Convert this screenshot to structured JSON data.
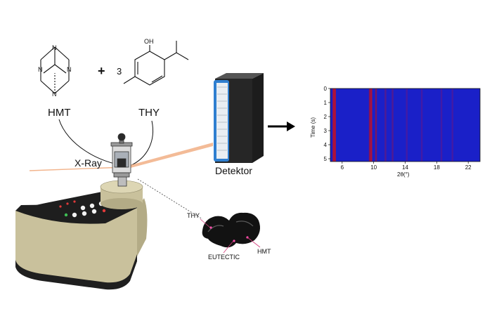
{
  "reaction": {
    "reactant1_label": "HMT",
    "reactant2_label": "THY",
    "plus_sign": "+",
    "coefficient": "3",
    "atom_N": "N",
    "atom_OH": "OH"
  },
  "apparatus": {
    "xray_label": "X-Ray",
    "detector_label": "Detektor"
  },
  "sample": {
    "thy_label": "THY",
    "hmt_label": "HMT",
    "eutectic_label": "EUTECTIC"
  },
  "chart_data": {
    "type": "heatmap",
    "xlabel": "2θ(°)",
    "ylabel": "Time (s)",
    "x_ticks": [
      "6",
      "10",
      "14",
      "18",
      "22"
    ],
    "y_ticks": [
      "0",
      "1",
      "2",
      "3",
      "4",
      "5"
    ],
    "xlim": [
      4.5,
      23.5
    ],
    "ylim": [
      0,
      5.2
    ],
    "background_color": "#1a20c8",
    "peaks_2theta": [
      4.9,
      5.1,
      9.5,
      9.7,
      10.3,
      11.5,
      12.4,
      14.2,
      16.1,
      18.6,
      20.0
    ],
    "peak_colors": [
      "#c81020",
      "#c81020",
      "#a01040",
      "#c81020",
      "#8a1550",
      "#5a1a8a",
      "#5a1a8a",
      "#4a1aa0",
      "#4a1aa0",
      "#4a1aa0",
      "#4a1aa0"
    ]
  },
  "colors": {
    "xray_beam": "#f2b48c",
    "device_body": "#c9c19c",
    "detector_frame": "#2f7fd0",
    "heatmap_blue": "#1a20c8",
    "peak_red": "#c81020"
  }
}
